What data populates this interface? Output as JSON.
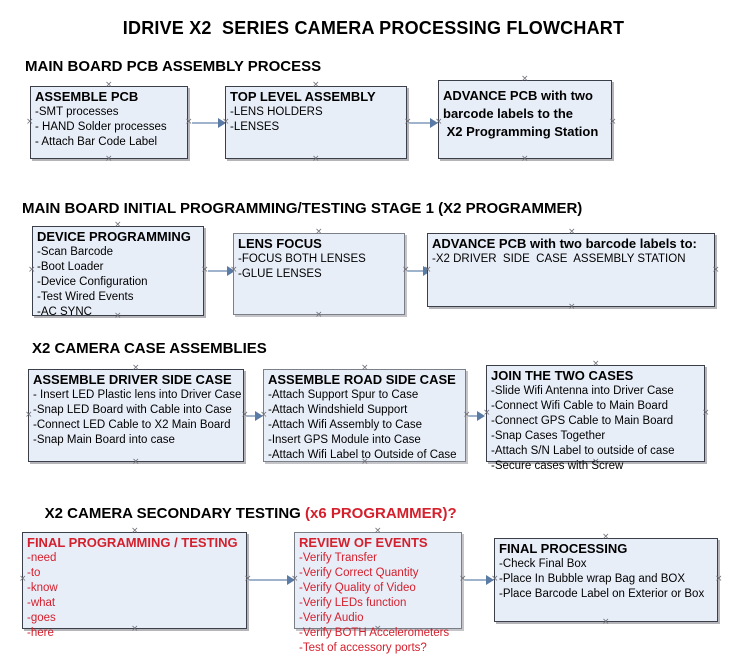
{
  "document": {
    "title": "IDRIVE X2  SERIES CAMERA PROCESSING FLOWCHART"
  },
  "sections": [
    {
      "id": "main-board-pcb-assembly",
      "title": "MAIN BOARD PCB ASSEMBLY PROCESS",
      "title_accent": "",
      "boxes": [
        {
          "id": "assemble-pcb",
          "header": "ASSEMBLE PCB",
          "items": [
            "-SMT processes",
            "- HAND Solder processes",
            "- Attach Bar Code Label"
          ]
        },
        {
          "id": "top-level-assembly",
          "header": "TOP LEVEL ASSEMBLY",
          "items": [
            "-LENS HOLDERS",
            "-LENSES"
          ]
        },
        {
          "id": "advance-pcb-x2-programming-station",
          "paragraph": "ADVANCE PCB with two\nbarcode labels to the\n X2 Programming Station"
        }
      ]
    },
    {
      "id": "main-board-initial-programming",
      "title": "MAIN BOARD INITIAL PROGRAMMING/TESTING STAGE 1 (X2 PROGRAMMER)",
      "title_accent": "",
      "boxes": [
        {
          "id": "device-programming",
          "header": "DEVICE PROGRAMMING",
          "items": [
            "-Scan Barcode",
            "-Boot Loader",
            "-Device Configuration",
            "-Test Wired Events",
            "-AC SYNC"
          ]
        },
        {
          "id": "lens-focus",
          "header": "LENS FOCUS",
          "items": [
            "-FOCUS BOTH LENSES",
            "-GLUE LENSES"
          ]
        },
        {
          "id": "advance-pcb-driver-side-case",
          "header": "ADVANCE PCB with two barcode labels to:",
          "items": [
            "-X2 DRIVER  SIDE  CASE  ASSEMBLY STATION"
          ]
        }
      ]
    },
    {
      "id": "x2-camera-case-assemblies",
      "title": "X2 CAMERA CASE ASSEMBLIES",
      "title_accent": "",
      "boxes": [
        {
          "id": "assemble-driver-side-case",
          "header": "ASSEMBLE DRIVER SIDE CASE",
          "items": [
            "- Insert LED Plastic lens into Driver Case",
            "-Snap LED Board with Cable into Case",
            "-Connect LED Cable to X2 Main Board",
            "-Snap Main Board into case"
          ]
        },
        {
          "id": "assemble-road-side-case",
          "header": "ASSEMBLE ROAD SIDE CASE",
          "items": [
            "-Attach Support Spur to Case",
            "-Attach Windshield Support",
            "-Attach Wifi Assembly to Case",
            "-Insert GPS Module into Case",
            "-Attach Wifi Label to Outside of Case"
          ]
        },
        {
          "id": "join-the-two-cases",
          "header": "JOIN THE TWO CASES",
          "items": [
            "-Slide Wifi Antenna into Driver Case",
            "-Connect Wifi Cable to Main Board",
            "-Connect GPS Cable to Main Board",
            "-Snap Cases Together",
            "-Attach S/N Label to outside of case",
            "-Secure cases with Screw"
          ]
        }
      ]
    },
    {
      "id": "x2-camera-secondary-testing",
      "title": "X2 CAMERA SECONDARY TESTING ",
      "title_accent": "(x6 PROGRAMMER)?",
      "boxes": [
        {
          "id": "final-programming-testing",
          "header": "FINAL PROGRAMMING / TESTING",
          "items": [
            "-need",
            "-to",
            "-know",
            "-what",
            "-goes",
            "-here"
          ]
        },
        {
          "id": "review-of-events",
          "header": "REVIEW OF EVENTS",
          "items": [
            "-Verify Transfer",
            "-Verify Correct Quantity",
            "-Verify Quality of Video",
            "-Verify LEDs function",
            "-Verify Audio",
            "-Verify BOTH Accelerometers",
            "-Test of accessory ports?"
          ]
        },
        {
          "id": "final-processing",
          "header": "FINAL PROCESSING",
          "items": [
            "-Check Final Box",
            "-Place In Bubble wrap Bag and BOX",
            "-Place Barcode Label on Exterior or Box"
          ]
        }
      ]
    }
  ],
  "colors": {
    "box_fill": "#e8eef8",
    "box_border": "#3a3f4a",
    "connector": "#9fb4cc",
    "arrow": "#5a7ba6",
    "accent_red": "#d41f2c",
    "text": "#000000"
  }
}
